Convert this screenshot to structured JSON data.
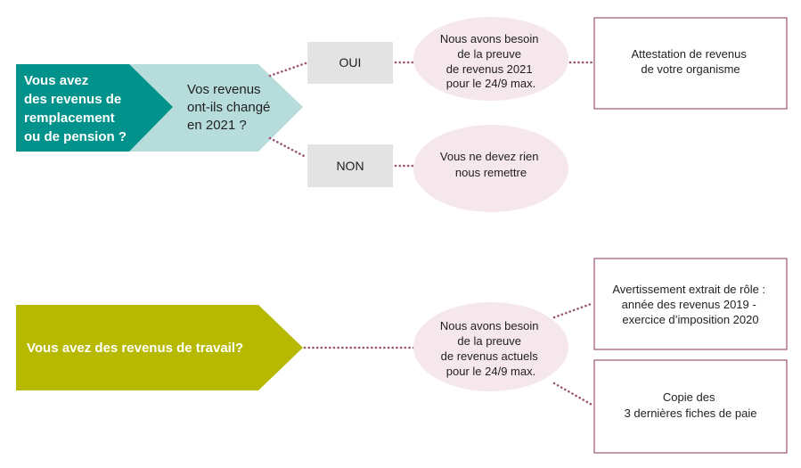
{
  "colors": {
    "teal_dark": "#00928b",
    "teal_light": "#b7dcdc",
    "olive": "#b7b800",
    "answer_box": "#e3e3e3",
    "bubble": "#f6e7ec",
    "connector": "#9c5577",
    "document_border": "#9c5577",
    "text": "#1f1f1f",
    "text_on_dark": "#ffffff"
  },
  "pension_flow": {
    "question": {
      "lines": [
        "Vous avez",
        "des revenus de",
        "remplacement",
        "ou de pension ?"
      ]
    },
    "follow_up": {
      "lines": [
        "Vos revenus",
        "ont-ils changé",
        "en 2021 ?"
      ]
    },
    "answer_yes": {
      "label": "OUI"
    },
    "answer_no": {
      "label": "NON"
    },
    "yes_bubble": {
      "lines": [
        "Nous avons besoin",
        "de la preuve",
        "de revenus 2021",
        "pour le 24/9 max."
      ]
    },
    "no_bubble": {
      "lines": [
        "Vous ne devez rien",
        "nous remettre"
      ]
    },
    "yes_document": {
      "lines": [
        "Attestation de revenus",
        "de votre organisme"
      ]
    }
  },
  "work_flow": {
    "question": {
      "label": "Vous avez des revenus de travail?"
    },
    "bubble": {
      "lines": [
        "Nous avons besoin",
        "de la preuve",
        "de revenus actuels",
        "pour le 24/9 max."
      ]
    },
    "document_tax": {
      "lines": [
        "Avertissement extrait de rôle :",
        "année des revenus 2019 -",
        "exercice d’imposition 2020"
      ]
    },
    "document_payslips": {
      "lines": [
        "Copie des",
        "3 dernières fiches de paie"
      ]
    }
  }
}
